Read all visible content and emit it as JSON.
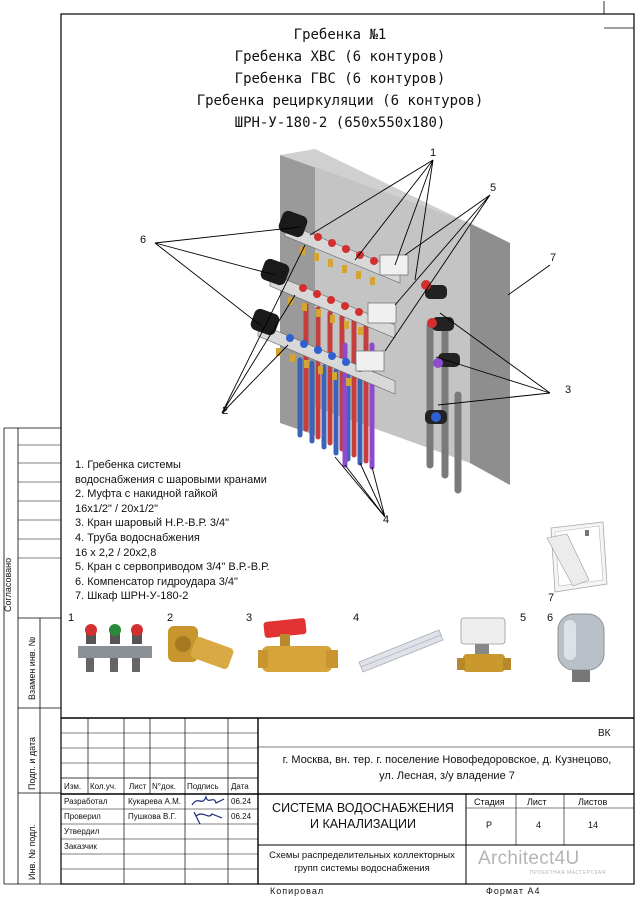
{
  "title_lines": [
    "Гребенка №1",
    "Гребенка ХВС (6 контуров)",
    "Гребенка ГВС (6 контуров)",
    "Гребенка рециркуляции (6 контуров)",
    "ШРН-У-180-2 (650х550х180)"
  ],
  "callouts": [
    "1",
    "2",
    "3",
    "4",
    "5",
    "6",
    "7"
  ],
  "legend": [
    "1. Гребенка системы",
    "водоснабжения с шаровыми кранами",
    "2. Муфта с накидной гайкой",
    "16х1/2\" / 20х1/2\"",
    "3. Кран шаровый Н.Р.-В.Р. 3/4\"",
    "4. Труба водоснабжения",
    "16 х 2,2 / 20х2,8",
    "5. Кран с сервоприводом 3/4\" В.Р.-В.Р.",
    "6. Компенсатор гидроудара 3/4\"",
    "7. Шкаф ШРН-У-180-2"
  ],
  "thumb_labels": [
    "1",
    "2",
    "3",
    "4",
    "5",
    "6",
    "7"
  ],
  "side": {
    "agreed": "Согласовано",
    "replaced": "Взамен инв. №",
    "signature": "Подп. и дата",
    "inventory": "Инв. № подл."
  },
  "stamp": {
    "code": "ВК",
    "address": "г. Москва, вн. тер. г. поселение Новофедоровское, д. Кузнецово, ул. Лесная, з/у владение 7",
    "headers": [
      "Изм.",
      "Кол.уч.",
      "Лист",
      "N°док.",
      "Подпись",
      "Дата"
    ],
    "roles": [
      {
        "role": "Разработал",
        "name": "Кукарева А.М.",
        "date": "06.24"
      },
      {
        "role": "Проверил",
        "name": "Пушкова В.Г.",
        "date": "06.24"
      },
      {
        "role": "Утвердил",
        "name": "",
        "date": ""
      },
      {
        "role": "Заказчик",
        "name": "",
        "date": ""
      }
    ],
    "system_title": "СИСТЕМА ВОДОСНАБЖЕНИЯ И КАНАЛИЗАЦИИ",
    "sheet_title": "Схемы распределительных коллекторных групп системы водоснабжения",
    "stage_label": "Стадия",
    "sheet_label": "Лист",
    "sheets_label": "Листов",
    "stage": "Р",
    "sheet": "4",
    "sheets": "14",
    "logo": "Architect4U",
    "logo_sub": "ПРОЕКТНАЯ МАСТЕРСКАЯ"
  },
  "footer": {
    "copied": "Копировал",
    "format": "Формат А4"
  }
}
